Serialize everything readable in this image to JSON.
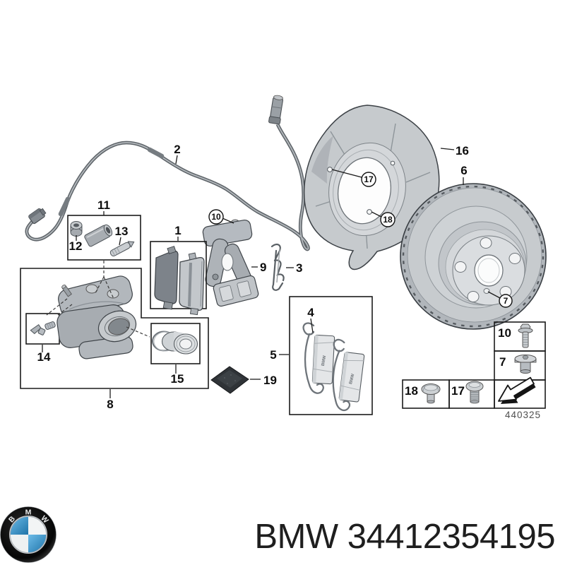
{
  "diagram": {
    "callouts": {
      "p1": "1",
      "p2": "2",
      "p3": "3",
      "p4": "4",
      "p5": "5",
      "p6": "6",
      "p8": "8",
      "p9": "9",
      "p11": "11",
      "p12": "12",
      "p13": "13",
      "p14": "14",
      "p15": "15",
      "p16": "16",
      "p19": "19"
    },
    "circled": {
      "p7": "7",
      "p10": "10",
      "p17": "17",
      "p18": "18"
    },
    "table": {
      "b10": "10",
      "b7": "7",
      "b18": "18",
      "b17": "17"
    },
    "drawing_number": "440325",
    "clip_marking": "BMW"
  },
  "footer": {
    "logo_letters": [
      "B",
      "M",
      "W"
    ],
    "caption": "BMW 34412354195"
  },
  "colors": {
    "line": "#1c1c1c",
    "part_gray": "#c6cacd",
    "bmw_blue": "#3a93c9",
    "caption_text": "#1e1e1e",
    "sachet": "#2f3337"
  }
}
